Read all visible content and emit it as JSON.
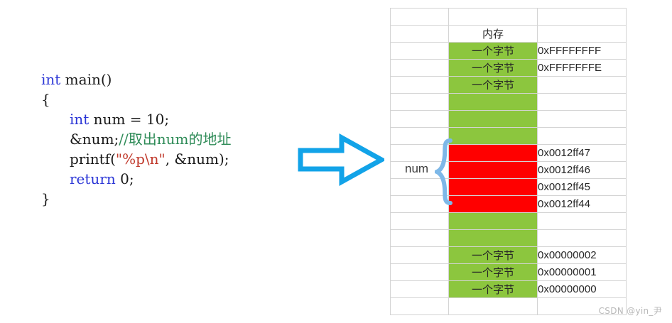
{
  "code": {
    "lines": [
      [
        {
          "t": "int",
          "c": "kw"
        },
        {
          "t": " main()",
          "c": "plain"
        }
      ],
      [
        {
          "t": "{",
          "c": "plain"
        }
      ],
      [
        {
          "t": "    ",
          "c": "indent"
        },
        {
          "t": "int",
          "c": "kw"
        },
        {
          "t": " num = 10;",
          "c": "plain"
        }
      ],
      [
        {
          "t": "    ",
          "c": "indent"
        },
        {
          "t": "&num;",
          "c": "plain"
        },
        {
          "t": "//取出num的地址",
          "c": "comment"
        }
      ],
      [
        {
          "t": "    ",
          "c": "indent"
        },
        {
          "t": "printf(",
          "c": "plain"
        },
        {
          "t": "\"%p\\n\"",
          "c": "str"
        },
        {
          "t": ", &num);",
          "c": "plain"
        }
      ],
      [
        {
          "t": "    ",
          "c": "indent"
        },
        {
          "t": "return",
          "c": "kw"
        },
        {
          "t": " 0;",
          "c": "plain"
        }
      ],
      [
        {
          "t": "}",
          "c": "plain"
        }
      ]
    ]
  },
  "arrow": {
    "name": "right-arrow",
    "color": "#12A3E8",
    "direction": "right"
  },
  "memory": {
    "header_label": "内存",
    "byte_label": "一个字节",
    "brace_label": "num",
    "brace_color": "#7DB8E8",
    "green": "#8CC63E",
    "red": "#FF0000",
    "rows": [
      {
        "label": "",
        "cell": "",
        "fill": "none",
        "addr": ""
      },
      {
        "label": "",
        "cell": "内存",
        "fill": "none",
        "addr": "",
        "head": true
      },
      {
        "label": "",
        "cell": "一个字节",
        "fill": "green",
        "addr": "0xFFFFFFFF"
      },
      {
        "label": "",
        "cell": "一个字节",
        "fill": "green",
        "addr": "0xFFFFFFFE"
      },
      {
        "label": "",
        "cell": "一个字节",
        "fill": "green",
        "addr": ""
      },
      {
        "label": "",
        "cell": "",
        "fill": "green",
        "addr": ""
      },
      {
        "label": "",
        "cell": "",
        "fill": "green",
        "addr": ""
      },
      {
        "label": "",
        "cell": "",
        "fill": "green",
        "addr": ""
      },
      {
        "label": "",
        "cell": "",
        "fill": "red",
        "addr": "0x0012ff47"
      },
      {
        "label": "",
        "cell": "",
        "fill": "red",
        "addr": "0x0012ff46"
      },
      {
        "label": "",
        "cell": "",
        "fill": "red",
        "addr": "0x0012ff45"
      },
      {
        "label": "",
        "cell": "",
        "fill": "red",
        "addr": "0x0012ff44"
      },
      {
        "label": "",
        "cell": "",
        "fill": "green",
        "addr": ""
      },
      {
        "label": "",
        "cell": "",
        "fill": "green",
        "addr": ""
      },
      {
        "label": "",
        "cell": "一个字节",
        "fill": "green",
        "addr": "0x00000002"
      },
      {
        "label": "",
        "cell": "一个字节",
        "fill": "green",
        "addr": "0x00000001"
      },
      {
        "label": "",
        "cell": "一个字节",
        "fill": "green",
        "addr": "0x00000000"
      },
      {
        "label": "",
        "cell": "",
        "fill": "none",
        "addr": ""
      }
    ]
  },
  "watermark": {
    "text": "CSDN @yin_尹"
  }
}
